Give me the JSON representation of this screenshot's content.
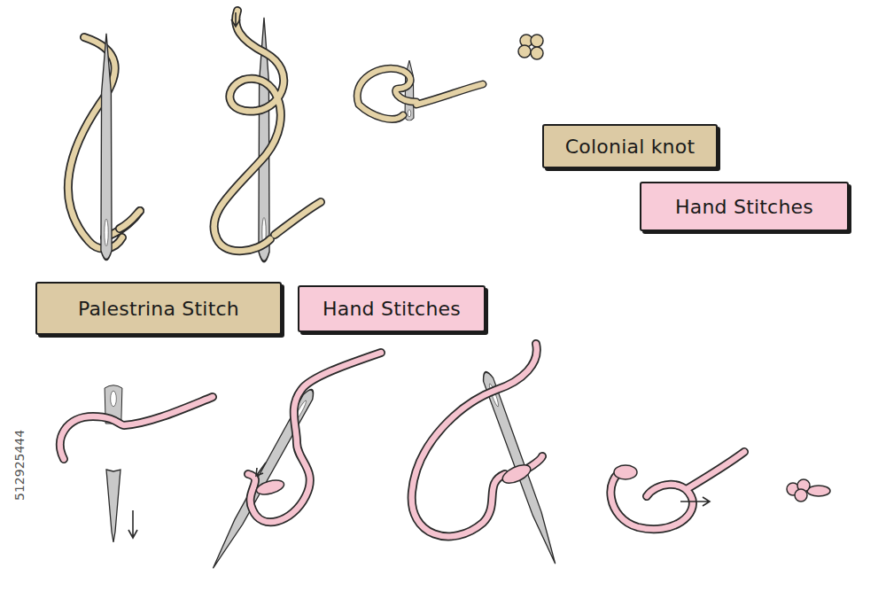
{
  "diagram": {
    "nodes": [
      {
        "text": [
          "Colonial knot"
        ]
      },
      {
        "text": [
          "Hand Stitches"
        ]
      },
      {
        "text": [
          "Palestrina Stitch"
        ]
      },
      {
        "text": [
          "Hand Stitches"
        ]
      }
    ],
    "labels": [
      "512925444"
    ]
  }
}
